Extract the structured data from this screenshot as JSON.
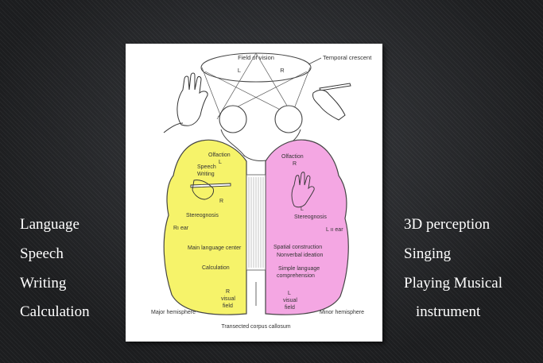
{
  "left_list": [
    "Language",
    "Speech",
    "Writing",
    "Calculation"
  ],
  "right_list": [
    "3D perception",
    "Singing",
    "Playing Musical",
    "instrument"
  ],
  "diagram": {
    "field_of_vision": "Field of vision",
    "field_L": "L",
    "field_R": "R",
    "temporal_crescent": "Temporal crescent",
    "left_hemisphere": {
      "olfaction": "Olfaction",
      "olfaction_side": "L",
      "speech": "Speech",
      "writing": "Writing",
      "hand_side": "R",
      "stereognosis": "Stereognosis",
      "ear": "Rı ear",
      "main_language": "Main language center",
      "calculation": "Calculation",
      "visual_side": "R",
      "visual": "visual",
      "field": "field",
      "name": "Major hemisphere"
    },
    "right_hemisphere": {
      "olfaction": "Olfaction",
      "olfaction_side": "R",
      "hand_side": "L",
      "stereognosis": "Stereognosis",
      "ear": "L ıı ear",
      "spatial": "Spatial construction",
      "nonverbal": "Nonverbal ideation",
      "simple_language": "Simple language",
      "comprehension": "comprehension",
      "visual_side": "L",
      "visual": "visual",
      "field": "field",
      "name": "Minor hemisphere"
    },
    "corpus_callosum": "Transected corpus callosum"
  },
  "colors": {
    "left_hemisphere": "#f6f36a",
    "right_hemisphere": "#f4a7e3",
    "slide_background": "#1e1f21",
    "text": "#ffffff"
  }
}
